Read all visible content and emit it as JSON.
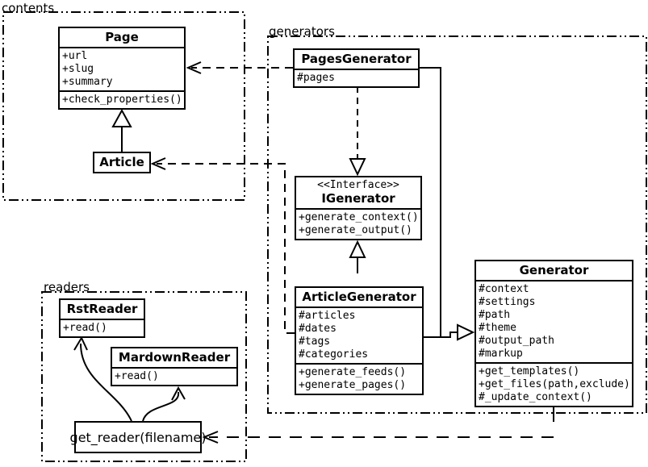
{
  "diagram": {
    "packages": {
      "contents": {
        "label": "contents"
      },
      "generators": {
        "label": "generators"
      },
      "readers": {
        "label": "readers"
      }
    },
    "classes": {
      "page": {
        "title": "Page",
        "attributes": [
          "+url",
          "+slug",
          "+summary"
        ],
        "methods": [
          "+check_properties()"
        ]
      },
      "article": {
        "title": "Article"
      },
      "pages_generator": {
        "title": "PagesGenerator",
        "attributes": [
          "#pages"
        ]
      },
      "igenerator": {
        "stereotype": "<<Interface>>",
        "title": "IGenerator",
        "methods": [
          "+generate_context()",
          "+generate_output()"
        ]
      },
      "article_generator": {
        "title": "ArticleGenerator",
        "attributes": [
          "#articles",
          "#dates",
          "#tags",
          "#categories"
        ],
        "methods": [
          "+generate_feeds()",
          "+generate_pages()"
        ]
      },
      "generator": {
        "title": "Generator",
        "attributes": [
          "#context",
          "#settings",
          "#path",
          "#theme",
          "#output_path",
          "#markup"
        ],
        "methods": [
          "+get_templates()",
          "+get_files(path,exclude)",
          "#_update_context()"
        ]
      },
      "rst_reader": {
        "title": "RstReader",
        "methods": [
          "+read()"
        ]
      },
      "markdown_reader": {
        "title": "MardownReader",
        "methods": [
          "+read()"
        ]
      },
      "get_reader": {
        "label": "get_reader(filename)"
      }
    },
    "relationships": [
      {
        "from": "Article",
        "to": "Page",
        "type": "generalization"
      },
      {
        "from": "PagesGenerator",
        "to": "Page",
        "type": "dependency"
      },
      {
        "from": "ArticleGenerator",
        "to": "Article",
        "type": "dependency"
      },
      {
        "from": "PagesGenerator",
        "to": "IGenerator",
        "type": "realization"
      },
      {
        "from": "ArticleGenerator",
        "to": "IGenerator",
        "type": "generalization"
      },
      {
        "from": "PagesGenerator",
        "to": "Generator",
        "type": "generalization"
      },
      {
        "from": "ArticleGenerator",
        "to": "Generator",
        "type": "generalization"
      },
      {
        "from": "Generator",
        "to": "get_reader",
        "type": "dependency"
      },
      {
        "from": "get_reader",
        "to": "RstReader",
        "type": "call"
      },
      {
        "from": "get_reader",
        "to": "MardownReader",
        "type": "call"
      }
    ],
    "colors": {
      "line": "#000000",
      "background": "#ffffff",
      "box_fill": "#ffffff"
    }
  }
}
